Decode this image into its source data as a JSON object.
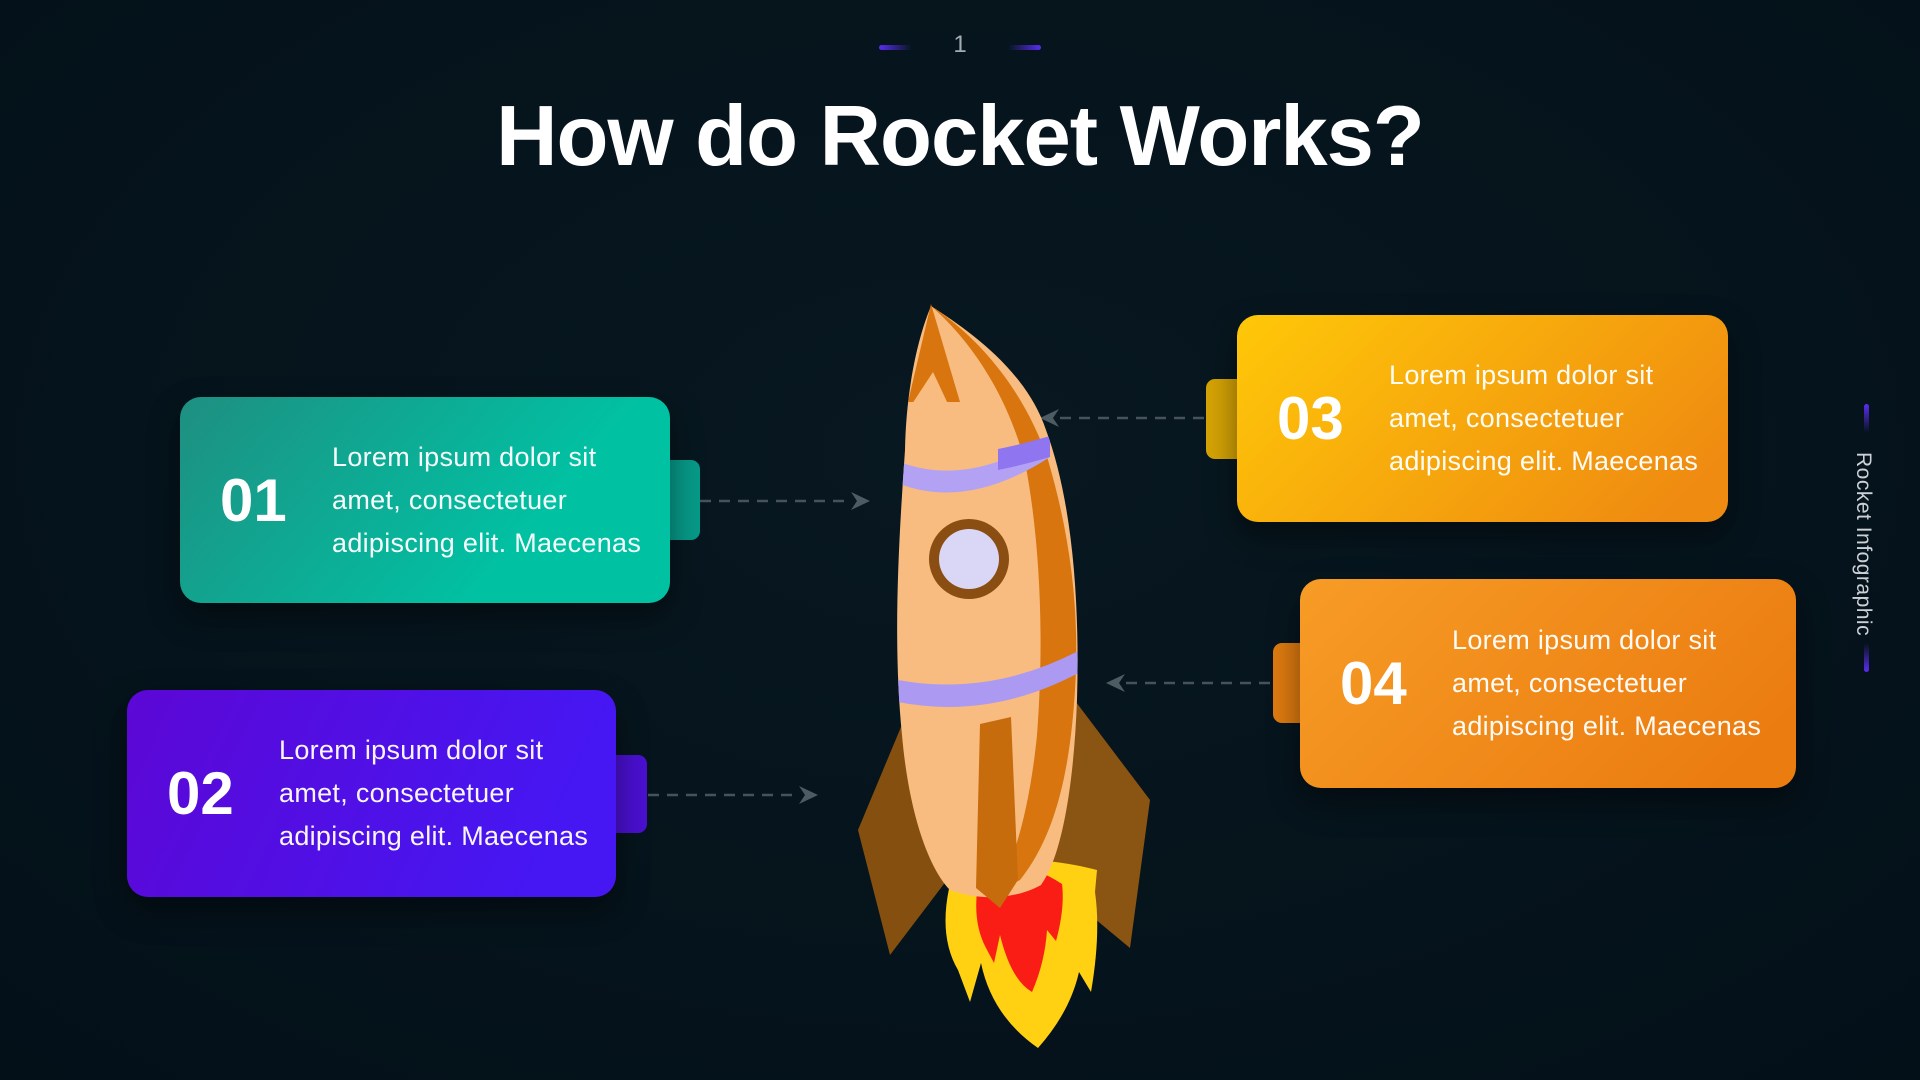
{
  "slide": {
    "page_number": "1",
    "title": "How do Rocket Works?",
    "side_label": "Rocket Infographic",
    "background_color": "#04111a",
    "accent_color": "#5a2df0",
    "arrow_color": "#46545a"
  },
  "cards": [
    {
      "number": "01",
      "text": "Lorem ipsum dolor sit\namet, consectetuer\nadipiscing elit. Maecenas",
      "color_start": "#1e8f81",
      "color_end": "#01c1a3",
      "tab_color": "#079a88"
    },
    {
      "number": "02",
      "text": "Lorem ipsum dolor sit\namet, consectetuer\nadipiscing elit. Maecenas",
      "color_start": "#5c07d5",
      "color_end": "#4617f3",
      "tab_color": "#4a10d0"
    },
    {
      "number": "03",
      "text": "Lorem ipsum dolor sit\namet, consectetuer\nadipiscing elit. Maecenas",
      "color_start": "#ffc808",
      "color_end": "#ef8b11",
      "tab_color": "#d5a305"
    },
    {
      "number": "04",
      "text": "Lorem ipsum dolor sit\namet, consectetuer\nadipiscing elit. Maecenas",
      "color_start": "#f79c26",
      "color_end": "#eb7c10",
      "tab_color": "#de7b10"
    }
  ],
  "rocket": {
    "body_color": "#f8bc80",
    "shading_color": "#d8750e",
    "band_color": "#b3a1f4",
    "band_dark_color": "#8f75f0",
    "window_ring_color": "#8a4d12",
    "window_glass_color": "#d9d6f6",
    "fin_color": "#85500f",
    "flame_outer_color": "#ffd112",
    "flame_inner_color": "#f91d15"
  }
}
